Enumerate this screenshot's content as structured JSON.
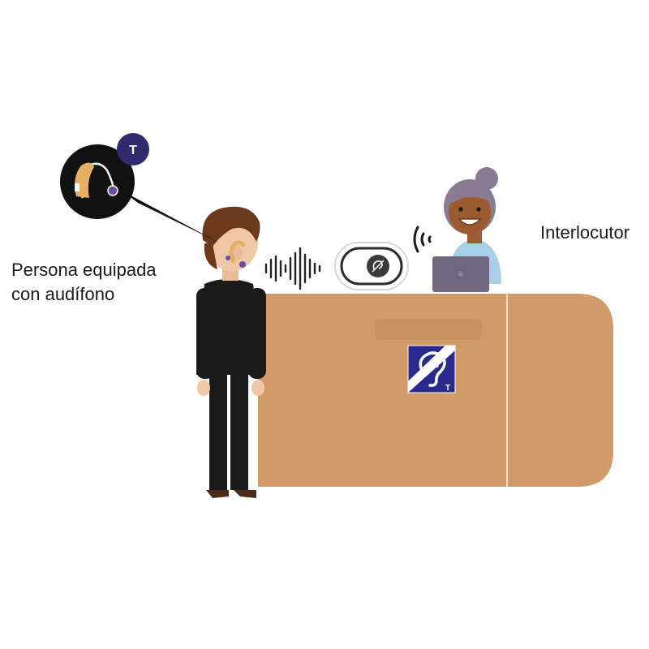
{
  "labels": {
    "person_line1": "Persona equipada",
    "person_line2": "con audífono",
    "interlocutor": "Interlocutor"
  },
  "badges": {
    "telecoil": "T",
    "loop_sign_letter": "T"
  },
  "colors": {
    "desk": "#d09b68",
    "desk_edge": "#c48e5b",
    "loop_sign": "#2a2a8e",
    "badge": "#2e2a6c",
    "hearing_aid": "#e3b064",
    "hearing_aid_purple": "#6a4ca0",
    "suit": "#1a1a1a",
    "hair_man": "#6b3a1e",
    "hair_woman": "#8a7a92",
    "shirt_woman": "#a8cfe8",
    "laptop": "#6f6680",
    "skin_man": "#f0c8a8",
    "skin_woman": "#9c5a30",
    "zoom_circle": "#111111"
  },
  "icons": [
    "hearing-aid-icon",
    "sound-wave-icon",
    "wifi-signal-icon",
    "induction-loop-icon",
    "ear-loop-sign-icon",
    "laptop-icon"
  ]
}
